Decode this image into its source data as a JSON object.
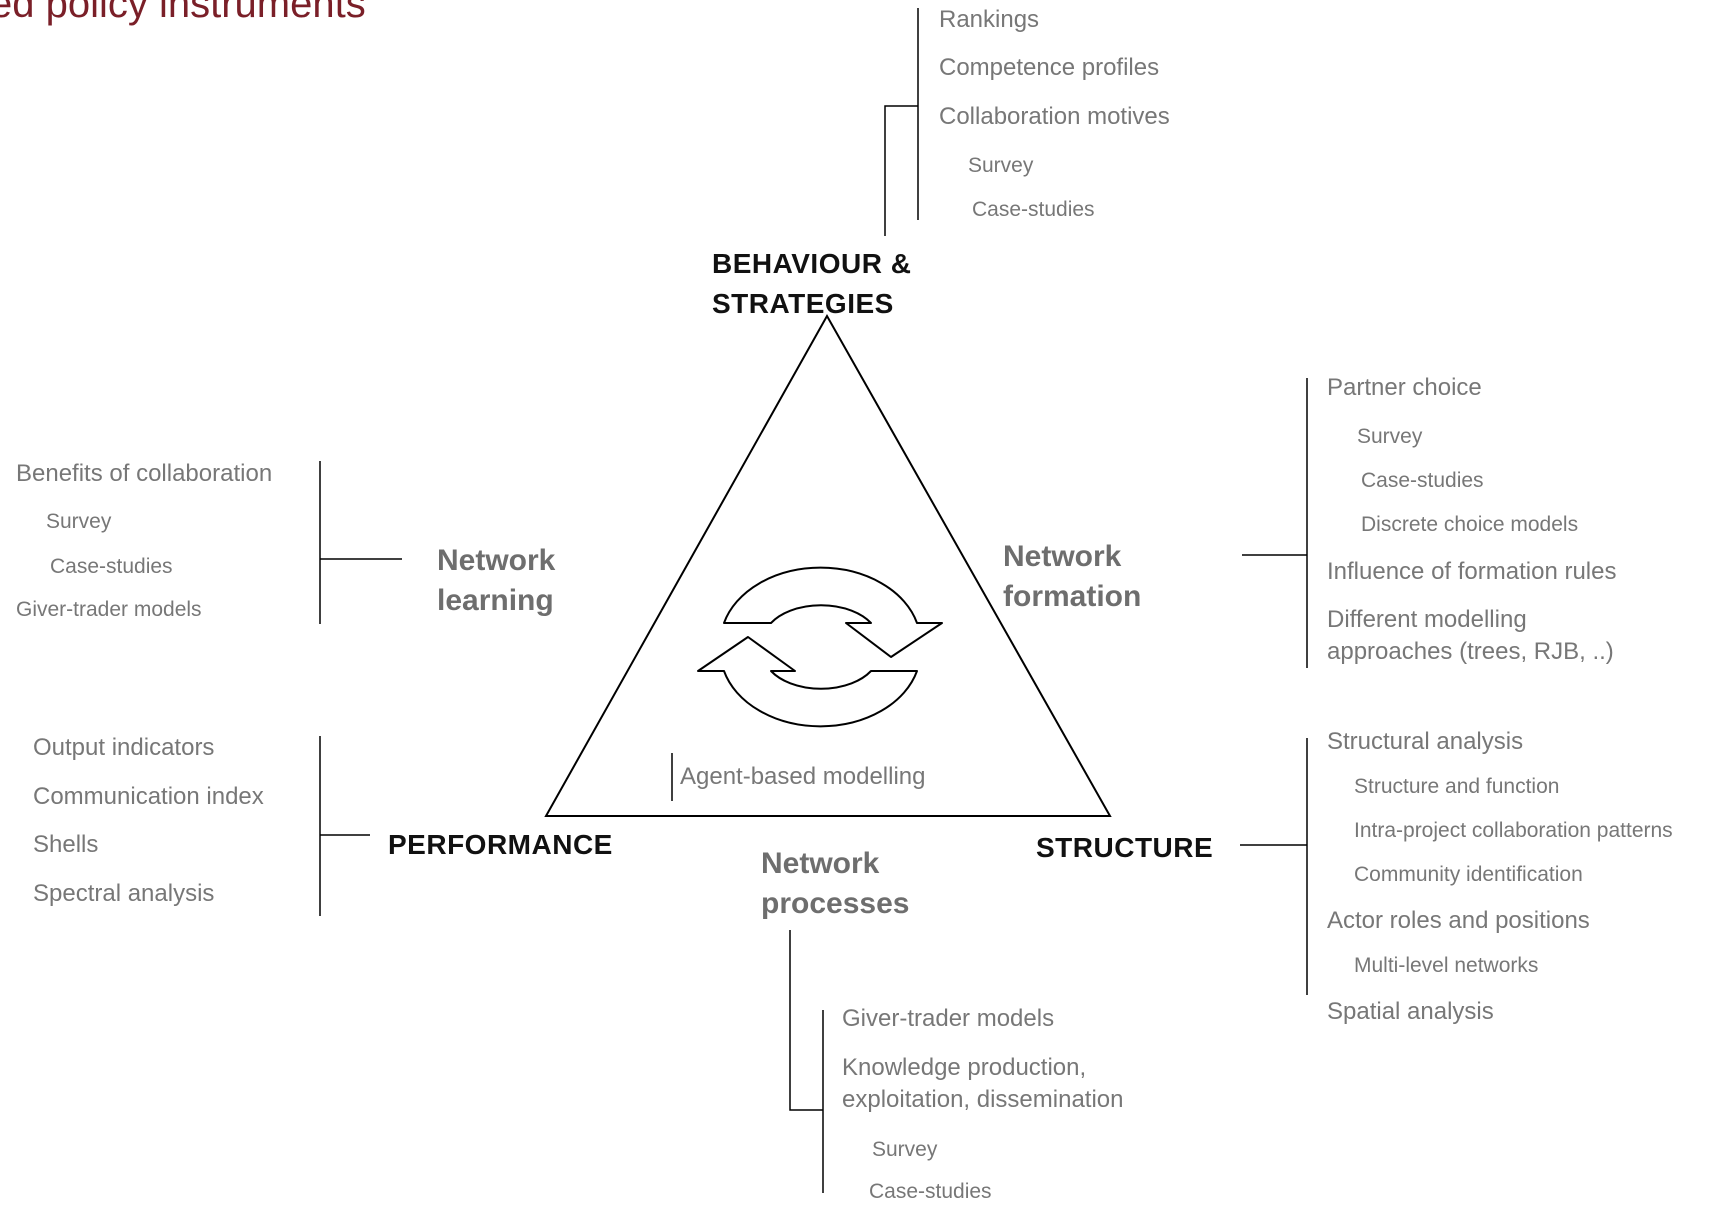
{
  "title": "ed policy instruments",
  "nodes": {
    "behaviour": [
      "BEHAVIOUR &",
      "STRATEGIES"
    ],
    "performance": "PERFORMANCE",
    "structure": "STRUCTURE"
  },
  "processes": {
    "learning": [
      "Network",
      "learning"
    ],
    "formation": [
      "Network",
      "formation"
    ],
    "processes": [
      "Network",
      "processes"
    ]
  },
  "center_label": "Agent-based modelling",
  "behaviour_items": [
    "Rankings",
    "Competence profiles",
    "Collaboration motives",
    "Survey",
    "Case-studies"
  ],
  "learning_items": [
    "Benefits of collaboration",
    "Survey",
    "Case-studies",
    "Giver-trader models"
  ],
  "performance_items": [
    "Output indicators",
    "Communication index",
    "Shells",
    "Spectral analysis"
  ],
  "formation_items": [
    "Partner choice",
    "Survey",
    "Case-studies",
    "Discrete choice models",
    "Influence of formation rules",
    "Different modelling",
    "approaches (trees, RJB, ..)"
  ],
  "structure_items": [
    "Structural analysis",
    "Structure and function",
    "Intra-project collaboration patterns",
    "Community identification",
    "Actor roles and positions",
    "Multi-level networks",
    "Spatial analysis"
  ],
  "processes_items": [
    "Giver-trader models",
    "Knowledge production,",
    "exploitation, dissemination",
    "Survey",
    "Case-studies"
  ]
}
